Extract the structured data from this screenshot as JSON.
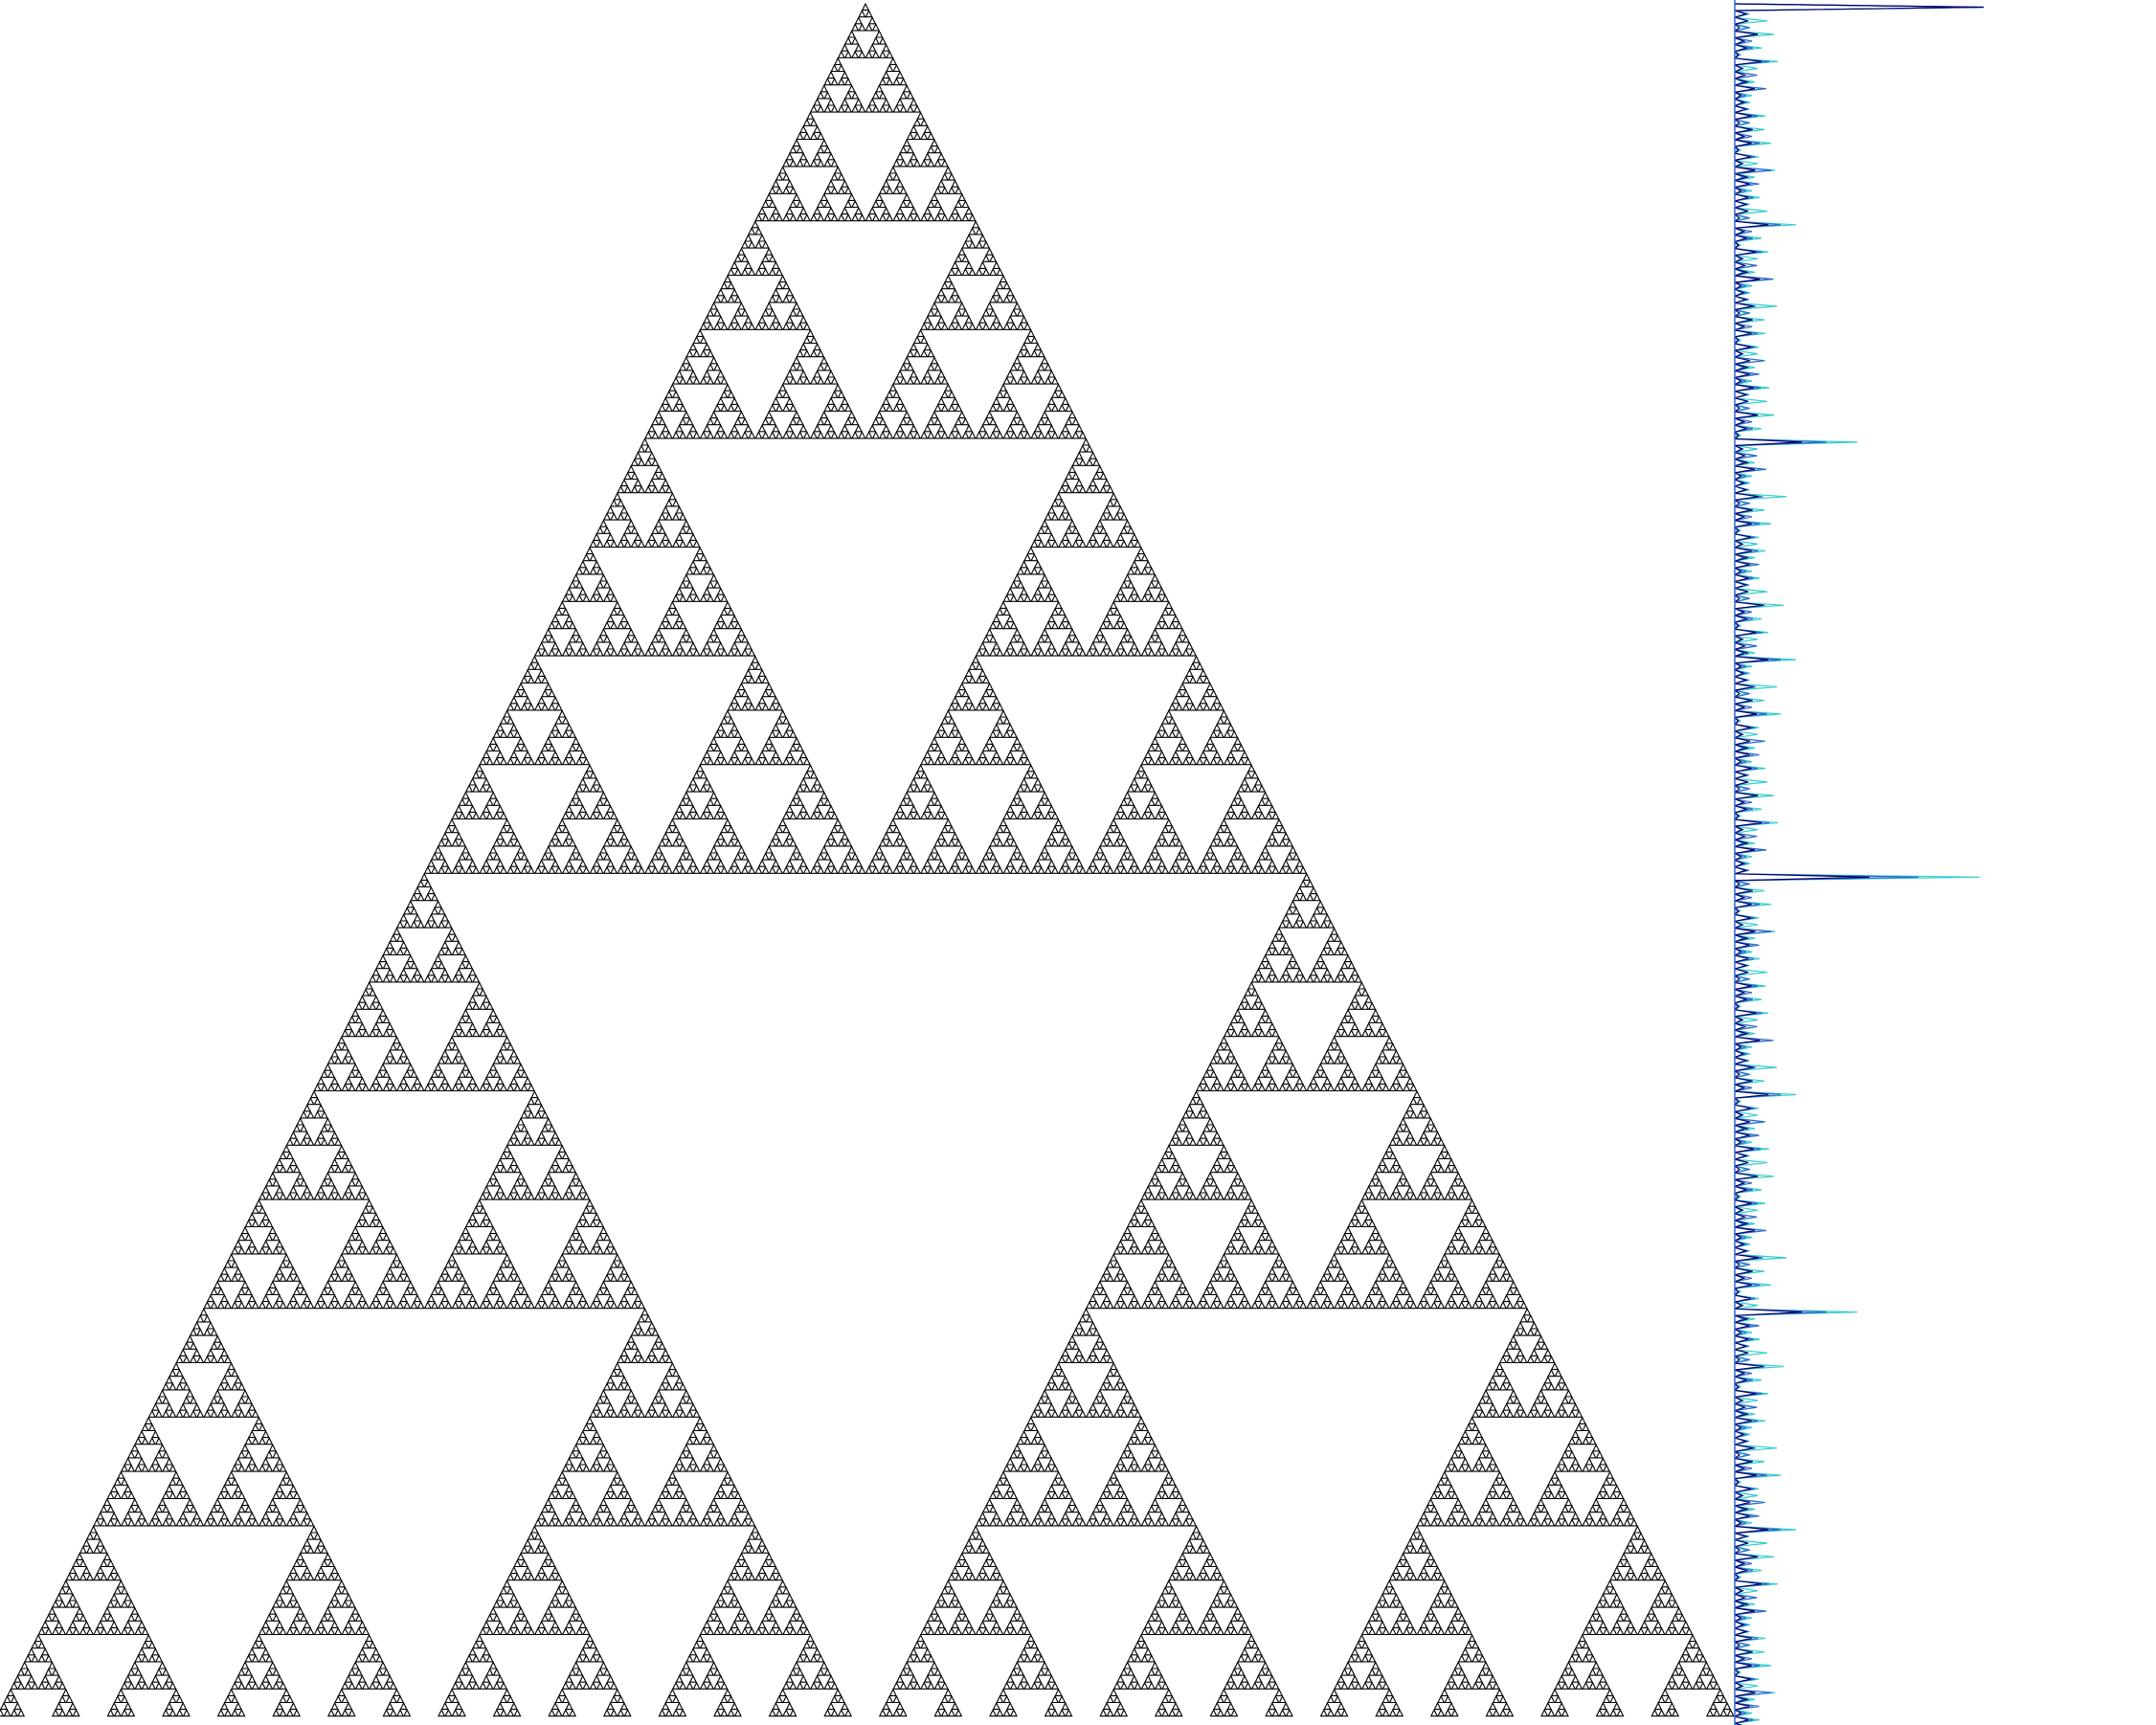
{
  "figure": {
    "background": "#ffffff",
    "fractal": {
      "type": "sierpinski-triangle-rows",
      "rows": 256,
      "shown_rows": 252,
      "color": "#000000"
    },
    "side_plot": {
      "description_hidden": true,
      "colors": {
        "light": "#33cccc",
        "mid": "#3366cc",
        "dark": "#000066"
      }
    }
  }
}
